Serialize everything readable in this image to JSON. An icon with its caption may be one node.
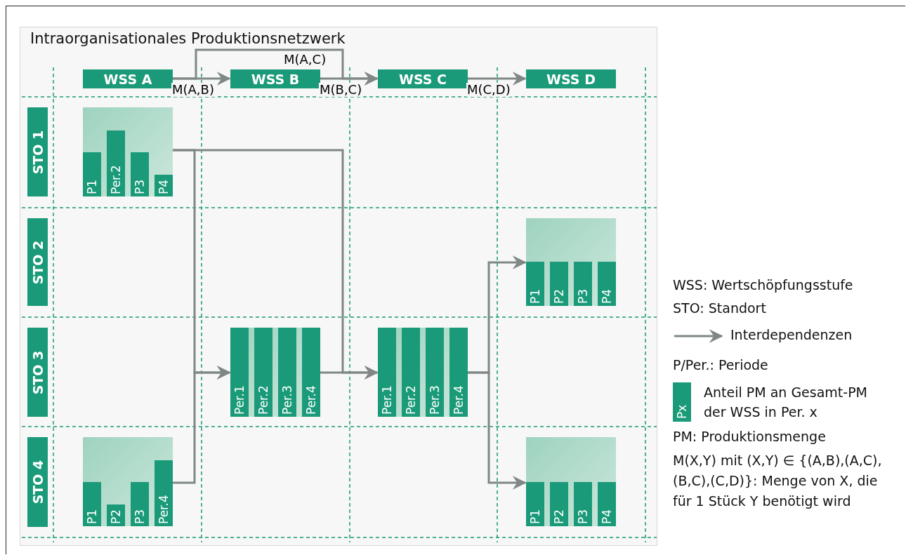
{
  "diagram": {
    "nodes": [
      {
        "text": [
          "Intraorganisationales Produktionsnetzwerk"
        ]
      },
      {
        "text": [
          "WSS A"
        ],
        "in": 0
      },
      {
        "text": [
          "WSS B"
        ],
        "in": 0
      },
      {
        "text": [
          "WSS C"
        ],
        "in": 0
      },
      {
        "text": [
          "WSS D"
        ],
        "in": 0
      },
      {
        "text": [
          "STO 1"
        ],
        "in": 0
      },
      {
        "text": [
          "STO 2"
        ],
        "in": 0
      },
      {
        "text": [
          "STO 3"
        ],
        "in": 0
      },
      {
        "text": [
          "STO 4"
        ],
        "in": 0
      },
      {
        "text": [
          "P1",
          "Per.2",
          "P3",
          "P4"
        ],
        "in": 0
      },
      {
        "text": [
          "P1",
          "P2",
          "P3",
          "P4"
        ],
        "in": 0
      },
      {
        "text": [
          "Per.1",
          "Per.2",
          "Per.3",
          "Per.4"
        ],
        "in": 0
      },
      {
        "text": [
          "Per.1",
          "Per.2",
          "Per.3",
          "Per.4"
        ],
        "in": 0
      },
      {
        "text": [
          "P1",
          "P2",
          "P3",
          "Per.4"
        ],
        "in": 0
      },
      {
        "text": [
          "P1",
          "P2",
          "P3",
          "P4"
        ],
        "in": 0
      }
    ],
    "edges": [
      {
        "from": 1,
        "to": 2,
        "arrow": "to",
        "label": "M(A,B)"
      },
      {
        "from": 1,
        "to": 3,
        "arrow": "to",
        "label": "M(A,C)"
      },
      {
        "from": 2,
        "to": 3,
        "arrow": "to",
        "label": "M(B,C)"
      },
      {
        "from": 3,
        "to": 4,
        "arrow": "to",
        "label": "M(C,D)"
      },
      {
        "from": 9,
        "to": 11,
        "arrow": "to"
      },
      {
        "from": 9,
        "to": 12,
        "arrow": "to"
      },
      {
        "from": 13,
        "to": 11,
        "arrow": "to"
      },
      {
        "from": 11,
        "to": 12,
        "arrow": "to"
      },
      {
        "from": 12,
        "to": 10,
        "arrow": "to"
      },
      {
        "from": 12,
        "to": 14,
        "arrow": "to"
      }
    ],
    "labels": [
      "WSS: Wertschöpfungsstufe",
      "STO: Standort",
      "P/Per.: Periode",
      "Px",
      "PM: Produktionsmenge",
      "M(X,Y) mit (X,Y) ∈ {(A,B),(A,C),(B,C),(C,D)}: Menge von X, die für 1 Stück Y benötigt wird"
    ],
    "legend": [
      {
        "text": "Interdependenzen"
      },
      {
        "text": "Anteil PM an Gesamt-PM der WSS in Per. x",
        "color": "#1a9a78"
      }
    ]
  }
}
